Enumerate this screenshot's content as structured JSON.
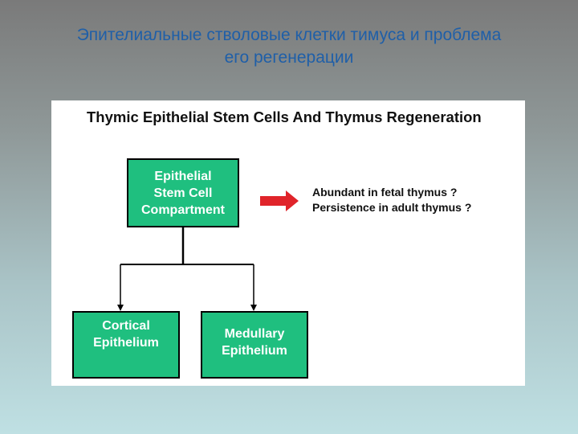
{
  "slide": {
    "title_line1": "Эпителиальные стволовые клетки тимуса и проблема",
    "title_line2": "его регенерации"
  },
  "diagram": {
    "title": "Thymic Epithelial Stem Cells And Thymus Regeneration",
    "nodes": {
      "stem": "Epithelial\nStem Cell\nCompartment",
      "cortical": "Cortical\nEpithelium",
      "medullary": "Medullary\nEpithelium"
    },
    "notes": [
      "Abundant in fetal thymus ?",
      "Persistence in adult thymus ?"
    ],
    "colors": {
      "box_fill": "#1fbf7f",
      "arrow": "#e0242a",
      "title_text": "#1f5fa8"
    }
  }
}
